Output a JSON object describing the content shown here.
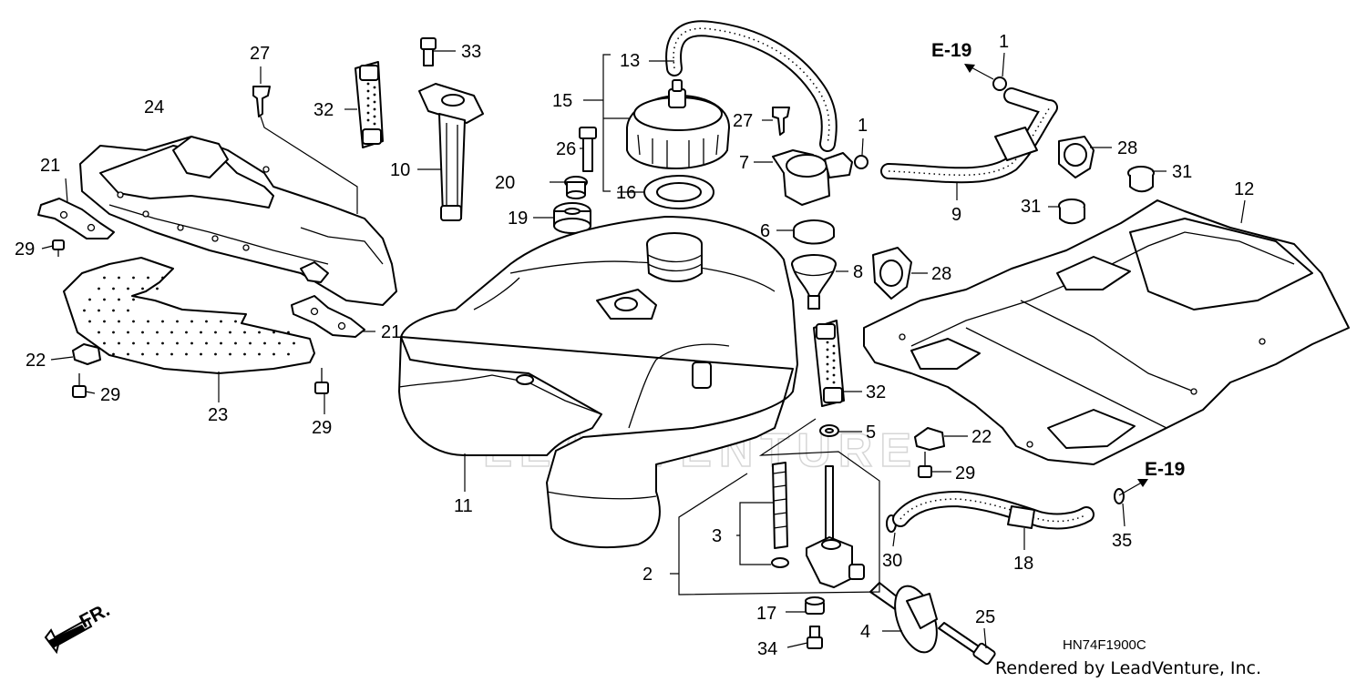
{
  "diagram": {
    "watermark": "LEADVENTURE",
    "direction_label": "FR.",
    "diagram_code": "HN74F1900C",
    "rendered_by": "Rendered by LeadVenture, Inc.",
    "refs": [
      {
        "id": "ref-e19-top",
        "text": "E-19"
      },
      {
        "id": "ref-e19-right",
        "text": "E-19"
      }
    ],
    "callouts": [
      {
        "id": "c27a",
        "text": "27"
      },
      {
        "id": "c33",
        "text": "33"
      },
      {
        "id": "c13",
        "text": "13"
      },
      {
        "id": "c1a",
        "text": "1"
      },
      {
        "id": "c24",
        "text": "24"
      },
      {
        "id": "c32a",
        "text": "32"
      },
      {
        "id": "c15",
        "text": "15"
      },
      {
        "id": "c27b",
        "text": "27"
      },
      {
        "id": "c1b",
        "text": "1"
      },
      {
        "id": "c28a",
        "text": "28"
      },
      {
        "id": "c21a",
        "text": "21"
      },
      {
        "id": "c10",
        "text": "10"
      },
      {
        "id": "c26",
        "text": "26"
      },
      {
        "id": "c7",
        "text": "7"
      },
      {
        "id": "c31a",
        "text": "31"
      },
      {
        "id": "c20",
        "text": "20"
      },
      {
        "id": "c16",
        "text": "16"
      },
      {
        "id": "c9",
        "text": "9"
      },
      {
        "id": "c12",
        "text": "12"
      },
      {
        "id": "c19",
        "text": "19"
      },
      {
        "id": "c31b",
        "text": "31"
      },
      {
        "id": "c29a",
        "text": "29"
      },
      {
        "id": "c6",
        "text": "6"
      },
      {
        "id": "c8",
        "text": "8"
      },
      {
        "id": "c28b",
        "text": "28"
      },
      {
        "id": "c21b",
        "text": "21"
      },
      {
        "id": "c22a",
        "text": "22"
      },
      {
        "id": "c29b",
        "text": "29"
      },
      {
        "id": "c23",
        "text": "23"
      },
      {
        "id": "c29c",
        "text": "29"
      },
      {
        "id": "c32b",
        "text": "32"
      },
      {
        "id": "c5",
        "text": "5"
      },
      {
        "id": "c22b",
        "text": "22"
      },
      {
        "id": "c29d",
        "text": "29"
      },
      {
        "id": "c11",
        "text": "11"
      },
      {
        "id": "c3",
        "text": "3"
      },
      {
        "id": "c2",
        "text": "2"
      },
      {
        "id": "c30",
        "text": "30"
      },
      {
        "id": "c18",
        "text": "18"
      },
      {
        "id": "c35",
        "text": "35"
      },
      {
        "id": "c17",
        "text": "17"
      },
      {
        "id": "c4",
        "text": "4"
      },
      {
        "id": "c25",
        "text": "25"
      },
      {
        "id": "c34",
        "text": "34"
      }
    ]
  }
}
